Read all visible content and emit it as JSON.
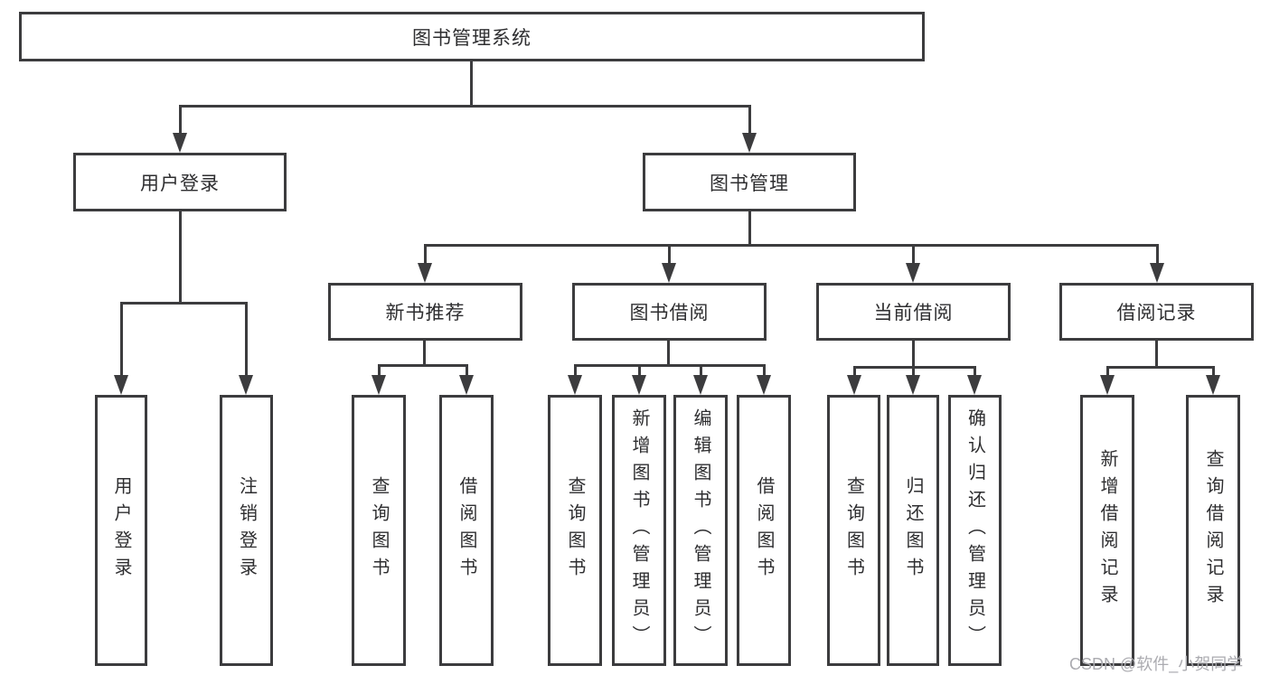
{
  "tree": {
    "root": {
      "label": "图书管理系统"
    },
    "level2": [
      {
        "label": "用户登录"
      },
      {
        "label": "图书管理"
      }
    ],
    "level3": [
      {
        "label": "新书推荐"
      },
      {
        "label": "图书借阅"
      },
      {
        "label": "当前借阅"
      },
      {
        "label": "借阅记录"
      }
    ],
    "leaves": [
      {
        "label": "用户登录",
        "parent": "用户登录"
      },
      {
        "label": "注销登录",
        "parent": "用户登录"
      },
      {
        "label": "查询图书",
        "parent": "新书推荐"
      },
      {
        "label": "借阅图书",
        "parent": "新书推荐"
      },
      {
        "label": "查询图书",
        "parent": "图书借阅"
      },
      {
        "label": "新增图书（管理员）",
        "parent": "图书借阅"
      },
      {
        "label": "编辑图书（管理员）",
        "parent": "图书借阅"
      },
      {
        "label": "借阅图书",
        "parent": "图书借阅"
      },
      {
        "label": "查询图书",
        "parent": "当前借阅"
      },
      {
        "label": "归还图书",
        "parent": "当前借阅"
      },
      {
        "label": "确认归还（管理员）",
        "parent": "当前借阅"
      },
      {
        "label": "新增借阅记录",
        "parent": "借阅记录"
      },
      {
        "label": "查询借阅记录",
        "parent": "借阅记录"
      }
    ]
  },
  "colors": {
    "line": "#3c3c3e",
    "text": "#2e2e30",
    "background": "#ffffff",
    "watermark_text_color": "#ababb0"
  },
  "watermark": {
    "text": "CSDN @软件_小贺同学"
  }
}
